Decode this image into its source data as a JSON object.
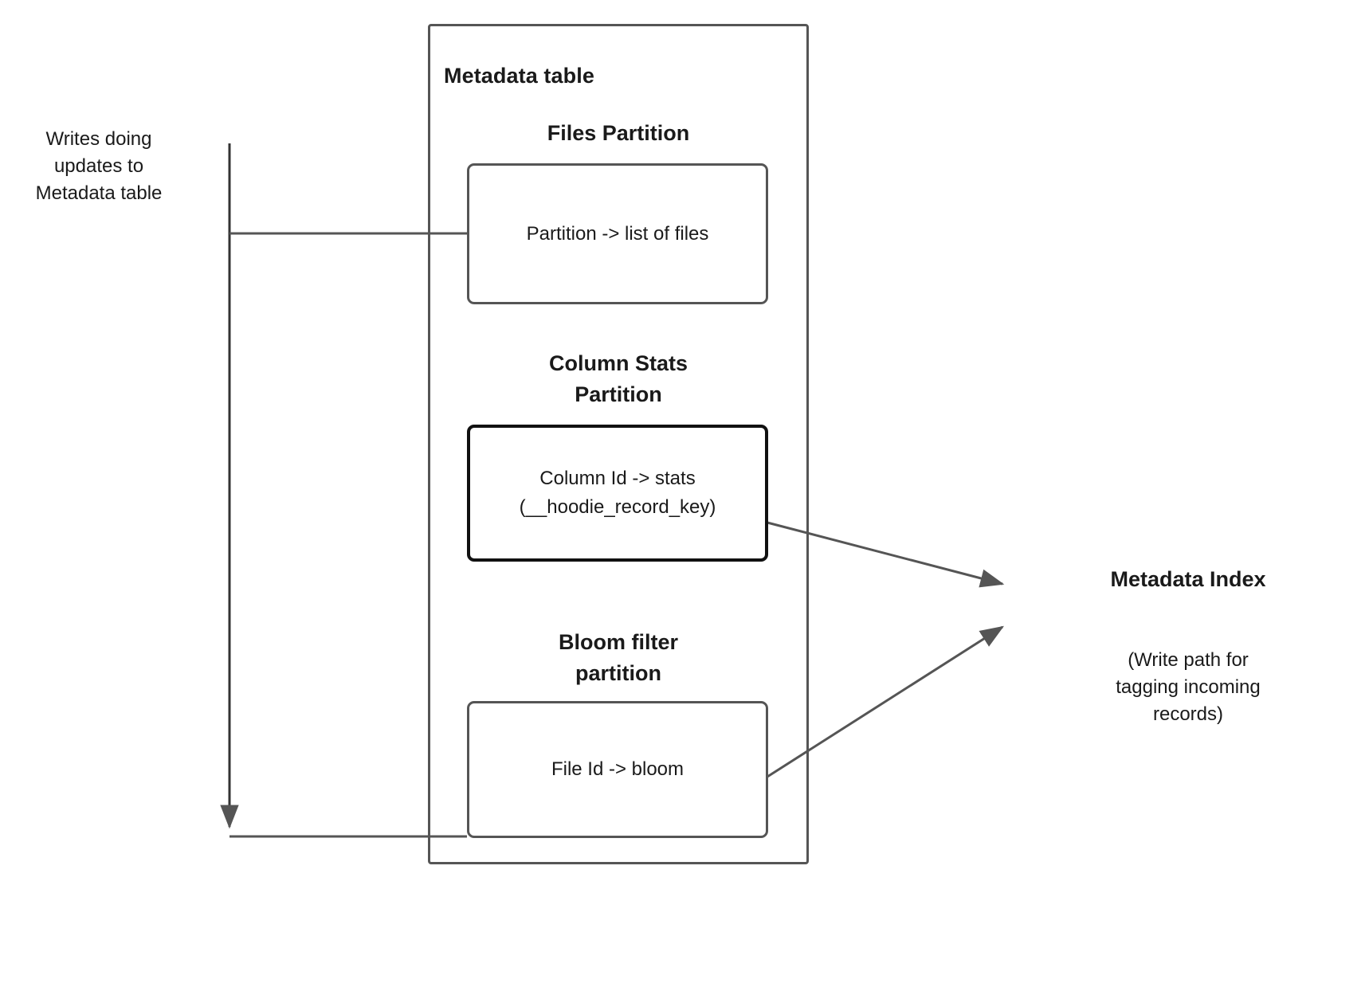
{
  "diagram": {
    "title_note": "Hudi metadata table write path diagram",
    "left_annotation": {
      "lines": [
        "Writes doing",
        "updates to",
        "Metadata table"
      ]
    },
    "metadata_table": {
      "label": "Metadata table",
      "sections": [
        {
          "heading_lines": [
            "Files Partition"
          ],
          "box_lines": [
            "Partition -> list of files"
          ]
        },
        {
          "heading_lines": [
            "Column Stats",
            "Partition"
          ],
          "box_lines": [
            "Column Id  -> stats",
            "(__hoodie_record_key)"
          ]
        },
        {
          "heading_lines": [
            "Bloom filter",
            "partition"
          ],
          "box_lines": [
            "File Id -> bloom"
          ]
        }
      ]
    },
    "metadata_index": {
      "title": "Metadata Index",
      "caption_lines": [
        "(Write path for",
        "tagging incoming",
        "records)"
      ]
    },
    "colors": {
      "outer_border": "#555555",
      "highlight_border": "#111111",
      "edge": "#555555",
      "text": "#1a1a1a",
      "background": "#ffffff"
    }
  }
}
